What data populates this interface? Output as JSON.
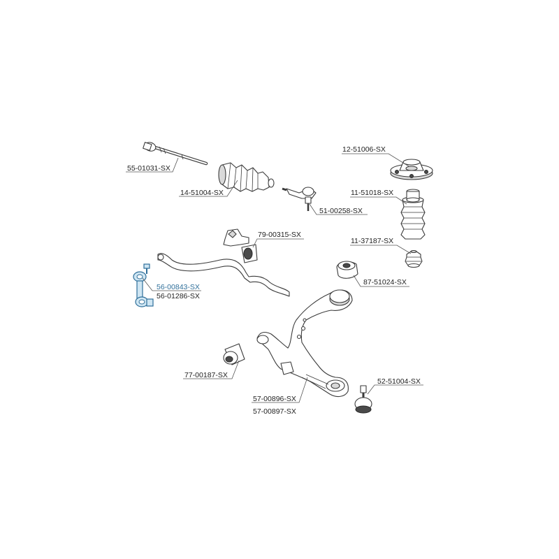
{
  "diagram": {
    "labels": {
      "tie_rod": "55-01031-SX",
      "boot": "14-51004-SX",
      "tie_rod_end": "51-00258-SX",
      "strut_mount": "12-51006-SX",
      "dust_cover": "11-51018-SX",
      "bump_stop": "11-37187-SX",
      "stab_bushing": "79-00315-SX",
      "arm_bushing_rear": "87-51024-SX",
      "stab_link_a": "56-00843-SX",
      "stab_link_b": "56-01286-SX",
      "arm_bushing_front": "77-00187-SX",
      "ball_joint": "52-51004-SX",
      "control_arm_a": "57-00896-SX",
      "control_arm_b": "57-00897-SX"
    },
    "colors": {
      "line": "#3a3a3a",
      "highlight": "#2f6f9a",
      "highlight_fill": "#cfe6f3"
    }
  }
}
